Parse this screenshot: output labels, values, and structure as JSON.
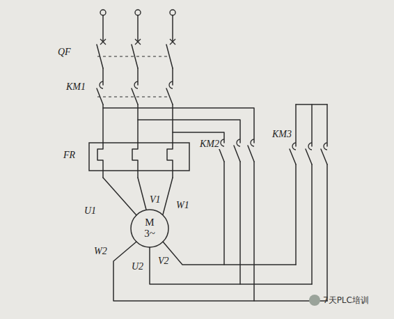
{
  "diagram": {
    "nodes": [
      {
        "text": [
          "M",
          "3~"
        ]
      }
    ],
    "labels": [
      "QF",
      "KM1",
      "FR",
      "KM2",
      "KM3",
      "U1",
      "V1",
      "W1",
      "W2",
      "U2",
      "V2",
      "7天PLC培训"
    ]
  }
}
